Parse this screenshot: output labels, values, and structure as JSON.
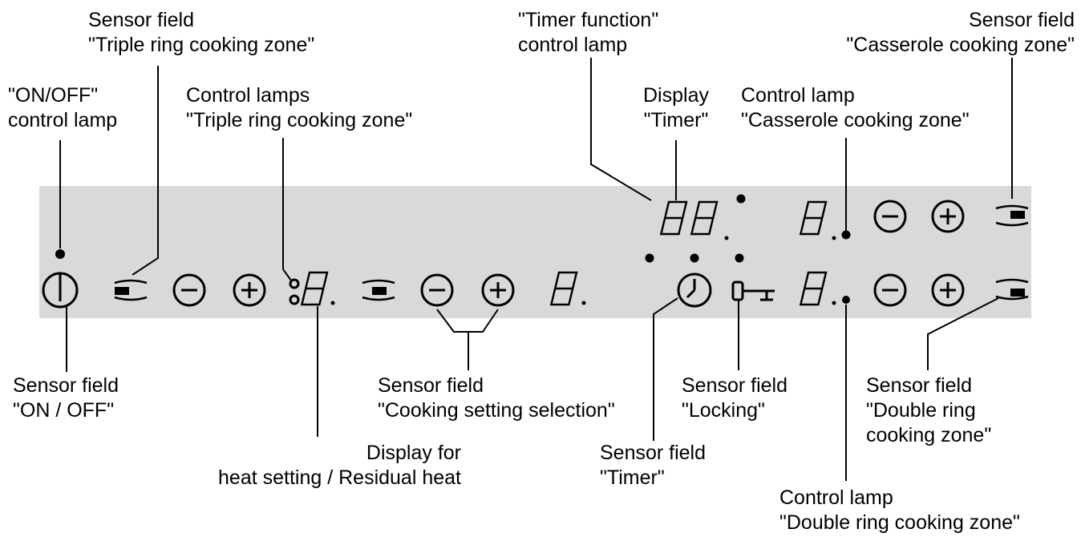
{
  "labels": {
    "triple_sensor": {
      "line1": "Sensor field",
      "line2": "\"Triple ring cooking zone\""
    },
    "onoff_lamp": {
      "line1": "\"ON/OFF\"",
      "line2": "control lamp"
    },
    "triple_lamps": {
      "line1": "Control lamps",
      "line2": "\"Triple ring cooking zone\""
    },
    "timer_lamp": {
      "line1": "\"Timer function\"",
      "line2": "control lamp"
    },
    "timer_display": {
      "line1": "Display",
      "line2": "\"Timer\""
    },
    "casserole_lamp": {
      "line1": "Control lamp",
      "line2": "\"Casserole cooking zone\""
    },
    "casserole_sensor": {
      "line1": "Sensor field",
      "line2": "\"Casserole cooking zone\""
    },
    "onoff_sensor": {
      "line1": "Sensor field",
      "line2": "\"ON / OFF\""
    },
    "heat_display": {
      "line1": "Display for",
      "line2": "heat setting / Residual heat"
    },
    "setting_sensor": {
      "line1": "Sensor field",
      "line2": "\"Cooking setting selection\""
    },
    "timer_sensor": {
      "line1": "Sensor field",
      "line2": "\"Timer\""
    },
    "locking_sensor": {
      "line1": "Sensor field",
      "line2": "\"Locking\""
    },
    "double_sensor": {
      "line1": "Sensor field",
      "line2": "\"Double ring",
      "line3": "cooking zone\""
    },
    "double_lamp": {
      "line1": "Control lamp",
      "line2": "\"Double ring cooking zone\""
    }
  },
  "panel": {
    "display_digit": "8.",
    "timer_digits": "88.",
    "minus_symbol": "−",
    "plus_symbol": "+"
  },
  "colors": {
    "panel": "#d9d9d9",
    "ink": "#000000"
  }
}
